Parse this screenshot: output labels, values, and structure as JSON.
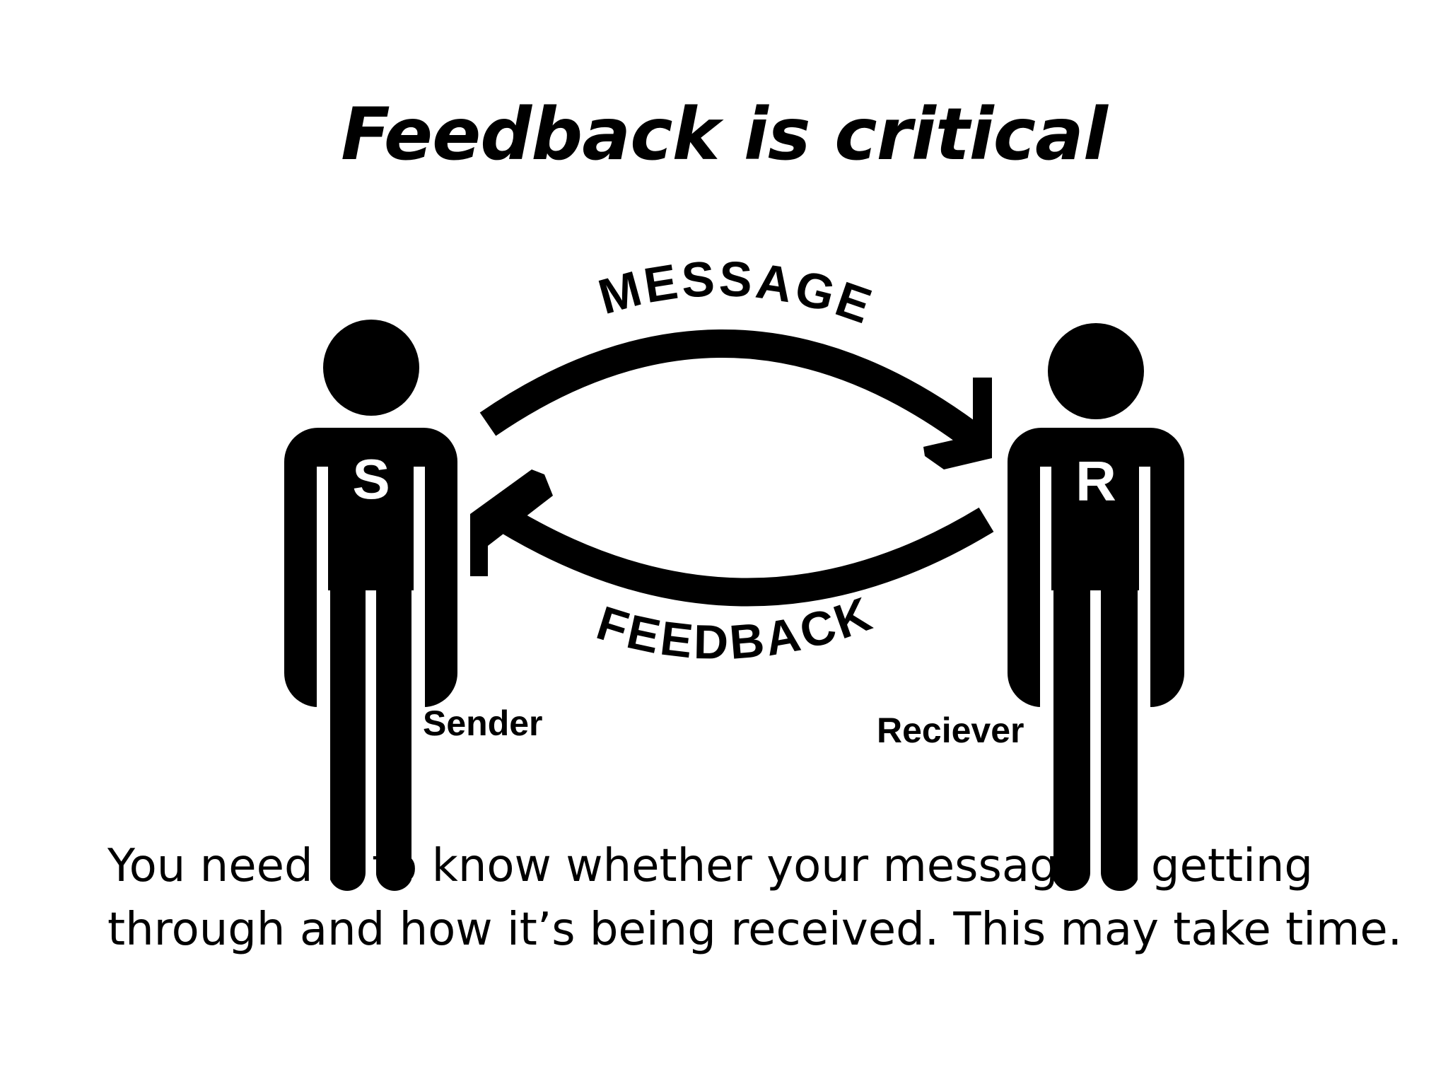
{
  "slide": {
    "title": "Feedback is critical"
  },
  "diagram": {
    "sender": {
      "letter": "S",
      "label": "Sender"
    },
    "receiver": {
      "letter": "R",
      "label": "Reciever"
    },
    "top_arrow_label": "MESSAGE",
    "bottom_arrow_label": "FEEDBACK",
    "colors": {
      "ink": "#000000",
      "paper": "#ffffff"
    }
  },
  "caption": {
    "line1": "You need it to know whether your message is getting",
    "line2": "through and how it’s being received. This may take time."
  }
}
